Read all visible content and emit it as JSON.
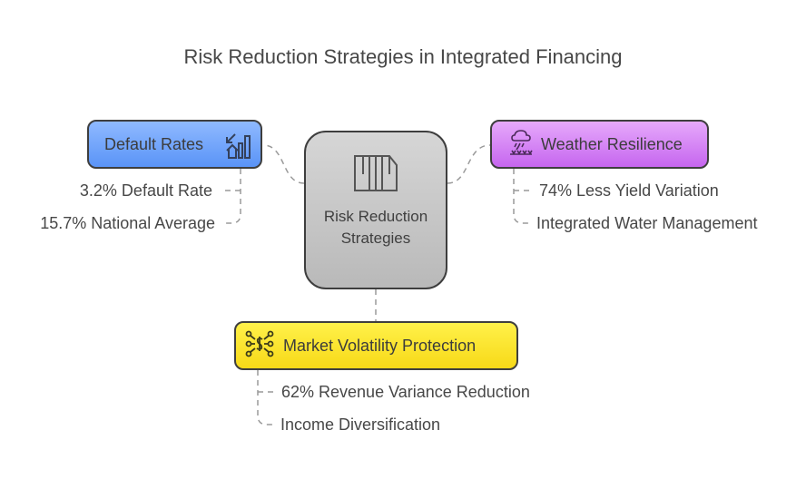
{
  "title": "Risk Reduction Strategies in Integrated Financing",
  "center": {
    "label": "Risk Reduction Strategies",
    "icon": "columns-document-icon",
    "color": "#c8c8c8"
  },
  "branches": [
    {
      "label": "Default Rates",
      "icon": "chart-home-down-icon",
      "color": "#6fa3fb",
      "items": [
        "3.2% Default Rate",
        "15.7% National Average"
      ]
    },
    {
      "label": "Weather Resilience",
      "icon": "rain-cloud-crops-icon",
      "color": "#d580f5",
      "items": [
        "74% Less Yield Variation",
        "Integrated Water Management"
      ]
    },
    {
      "label": "Market Volatility Protection",
      "icon": "dollar-network-icon",
      "color": "#fbe431",
      "items": [
        "62% Revenue Variance Reduction",
        "Income Diversification"
      ]
    }
  ]
}
